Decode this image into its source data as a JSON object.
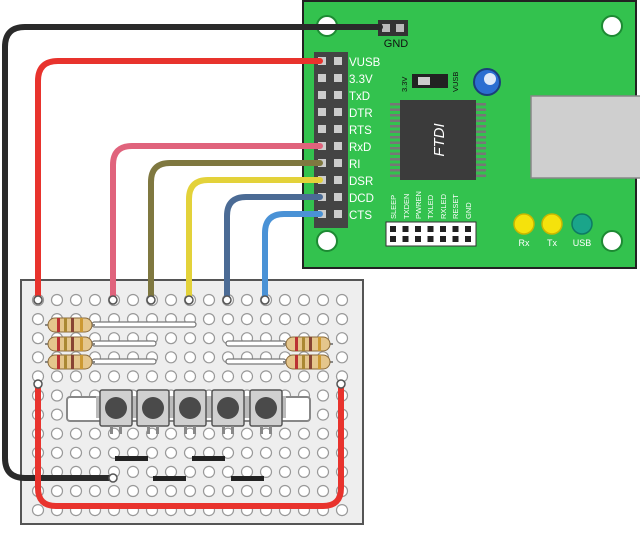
{
  "board": {
    "chip_label": "FTDI",
    "gnd_label": "GND",
    "pins": [
      "VUSB",
      "3.3V",
      "TxD",
      "DTR",
      "RTS",
      "RxD",
      "RI",
      "DSR",
      "DCD",
      "CTS"
    ],
    "jumper_labels": [
      "3.3V",
      "VUSB"
    ],
    "header_labels": [
      "SLEEP",
      "TXDEN",
      "PWREN",
      "TXLED",
      "RXLED",
      "RESET",
      "GND"
    ],
    "leds": [
      {
        "label": "Rx",
        "color": "#f5e20c"
      },
      {
        "label": "Tx",
        "color": "#f5e20c"
      },
      {
        "label": "USB",
        "color": "#1aa58a"
      }
    ]
  },
  "wire_colors": {
    "black": "#2a2a2a",
    "red": "#e8332d",
    "pink": "#e0637c",
    "olive": "#7f7840",
    "yellow": "#e3d23a",
    "blue_dark": "#4b6b95",
    "blue_light": "#4a92d6"
  },
  "colors": {
    "pcb": "#33c24e",
    "pcb_border": "#222222",
    "chip": "#3b3b3b",
    "breadboard": "#eeeeee",
    "button": "#4a4a4a"
  }
}
